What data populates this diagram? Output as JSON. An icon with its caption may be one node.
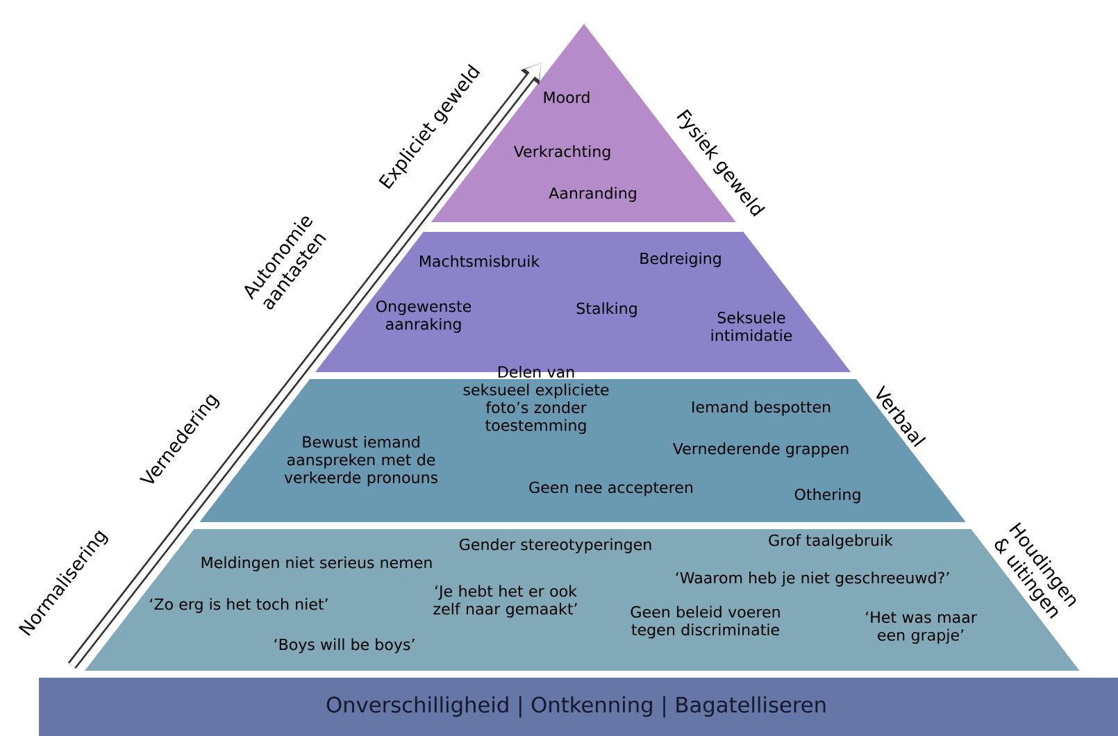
{
  "diagram": {
    "nodes": [
      {
        "text": [
          "Moord",
          "Verkrachting",
          "Aanranding"
        ]
      },
      {
        "text": [
          "Machtsmisbruik",
          "Bedreiging",
          "Ongewenste aanraking",
          "Stalking",
          "Seksuele intimidatie"
        ]
      },
      {
        "text": [
          "Delen van seksueel expliciete foto’s zonder toestemming",
          "Bewust iemand aanspreken met de verkeerde pronouns",
          "Iemand bespotten",
          "Vernederende grappen",
          "Geen nee accepteren",
          "Othering"
        ]
      },
      {
        "text": [
          "Gender stereotyperingen",
          "Grof taalgebruik",
          "Meldingen niet serieus nemen",
          "‘Waarom heb je niet geschreeuwd?’",
          "‘Zo erg is het toch niet’",
          "‘Je hebt het er ook zelf naar gemaakt’",
          "Geen beleid voeren tegen discriminatie",
          "‘Het was maar een grapje’",
          "‘Boys will be boys’"
        ]
      },
      {
        "text": [
          "Onverschilligheid | Ontkenning | Bagatelliseren"
        ]
      }
    ],
    "edges": [
      {
        "from": 3,
        "to": 0,
        "arrow": "to"
      }
    ],
    "labels": [
      "Expliciet geweld",
      "Fysiek geweld",
      "Autonomie aantasten",
      "Verbaal",
      "Vernedering",
      "Houdingen & uitingen",
      "Normalisering"
    ]
  }
}
